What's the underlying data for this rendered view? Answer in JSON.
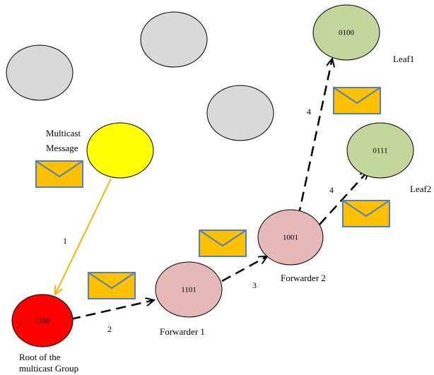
{
  "diagram": {
    "nodes": [
      {
        "id": "root",
        "label": "1100",
        "color": "#ff0000"
      },
      {
        "id": "forwarder1",
        "label": "1101",
        "color": "#e6b8b7"
      },
      {
        "id": "forwarder2",
        "label": "1001",
        "color": "#e6b8b7"
      },
      {
        "id": "leaf1",
        "label": "0100",
        "color": "#c3d69b"
      },
      {
        "id": "leaf2",
        "label": "0111",
        "color": "#c3d69b"
      },
      {
        "id": "source",
        "label": "",
        "color": "#ffff00"
      },
      {
        "id": "idle1",
        "label": "",
        "color": "#d9d9d9"
      },
      {
        "id": "idle2",
        "label": "",
        "color": "#d9d9d9"
      },
      {
        "id": "idle3",
        "label": "",
        "color": "#d9d9d9"
      }
    ],
    "edges": [
      {
        "from": "source",
        "to": "root",
        "label": "1",
        "style": "solid",
        "color": "#f4b400"
      },
      {
        "from": "root",
        "to": "forwarder1",
        "label": "2",
        "style": "dashed",
        "color": "#000000"
      },
      {
        "from": "forwarder1",
        "to": "forwarder2",
        "label": "3",
        "style": "dashed",
        "color": "#000000"
      },
      {
        "from": "forwarder2",
        "to": "leaf1",
        "label": "4",
        "style": "dashed",
        "color": "#000000"
      },
      {
        "from": "forwarder2",
        "to": "leaf2",
        "label": "4",
        "style": "dashed",
        "color": "#000000"
      }
    ],
    "annotations": {
      "multicast_message": [
        "Multicast",
        "Message"
      ],
      "root": [
        "Root of the",
        "multicast Group"
      ],
      "forwarder1": "Forwarder 1",
      "forwarder2": "Forwarder 2",
      "leaf1": "Leaf1",
      "leaf2": "Leaf2"
    },
    "colors": {
      "envelope_fill": "#ffc000",
      "envelope_stroke": "#4f81bd",
      "node_stroke": "#000000"
    }
  }
}
